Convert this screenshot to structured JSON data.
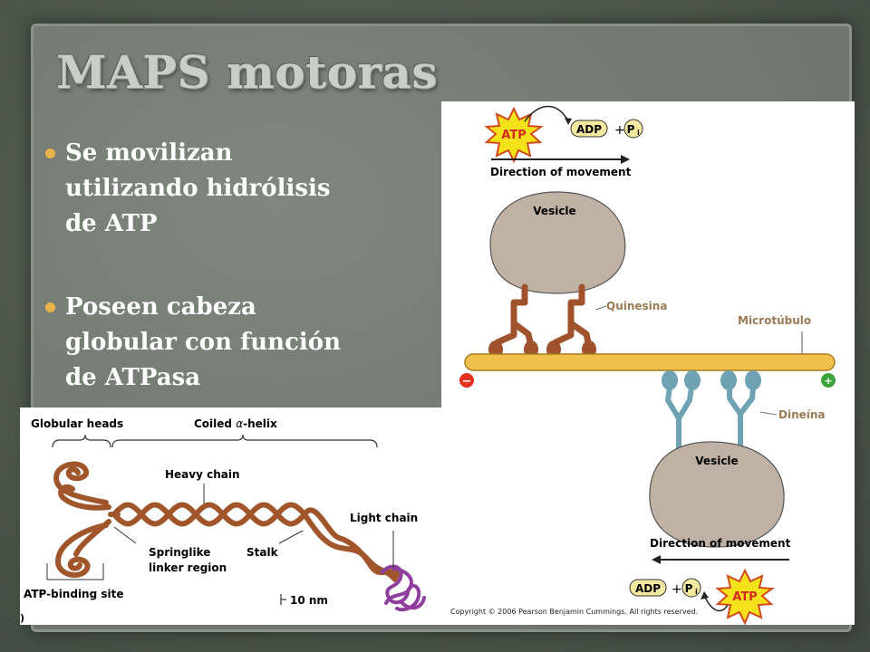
{
  "slide": {
    "title": "MAPS motoras",
    "bullets": [
      [
        "Se movilizan",
        "utilizando hidrólisis",
        "de ATP"
      ],
      [
        "Poseen  cabeza",
        "globular con función",
        "de ATPasa"
      ]
    ]
  },
  "kinesin_figure": {
    "atp": "ATP",
    "adp": "ADP",
    "plus": "+",
    "pi_p": "P",
    "pi_i": "i",
    "direction_top": "Direction of movement",
    "vesicle_top": "Vesicle",
    "vesicle_bottom": "Vesicle",
    "quinesina": "Quinesina",
    "microtubulo": "Microtúbulo",
    "dineina": "Dineína",
    "minus_end": "−",
    "plus_end": "+",
    "direction_bottom": "Direction of movement",
    "copyright": "Copyright © 2006 Pearson Benjamin Cummings. All rights reserved."
  },
  "myosin_figure": {
    "globular_heads": "Globular heads",
    "coiled": "Coiled ",
    "alpha": "α",
    "helix": "-helix",
    "heavy_chain": "Heavy chain",
    "light_chain": "Light chain",
    "springlike_1": "Springlike",
    "springlike_2": "linker region",
    "stalk": "Stalk",
    "atp_site": "ATP-binding site",
    "scale": "10 nm",
    "panel_letter": ")"
  },
  "colors": {
    "bullet": "#e7b44a",
    "kinesin": "#a0522d",
    "dynein": "#6fa3b4",
    "microtubule": "#f2c04d",
    "vesicle": "#bfb2a4",
    "starburst": "#f6e21b",
    "myosin": "#a0562a",
    "light_chain": "#8e3f9e"
  }
}
